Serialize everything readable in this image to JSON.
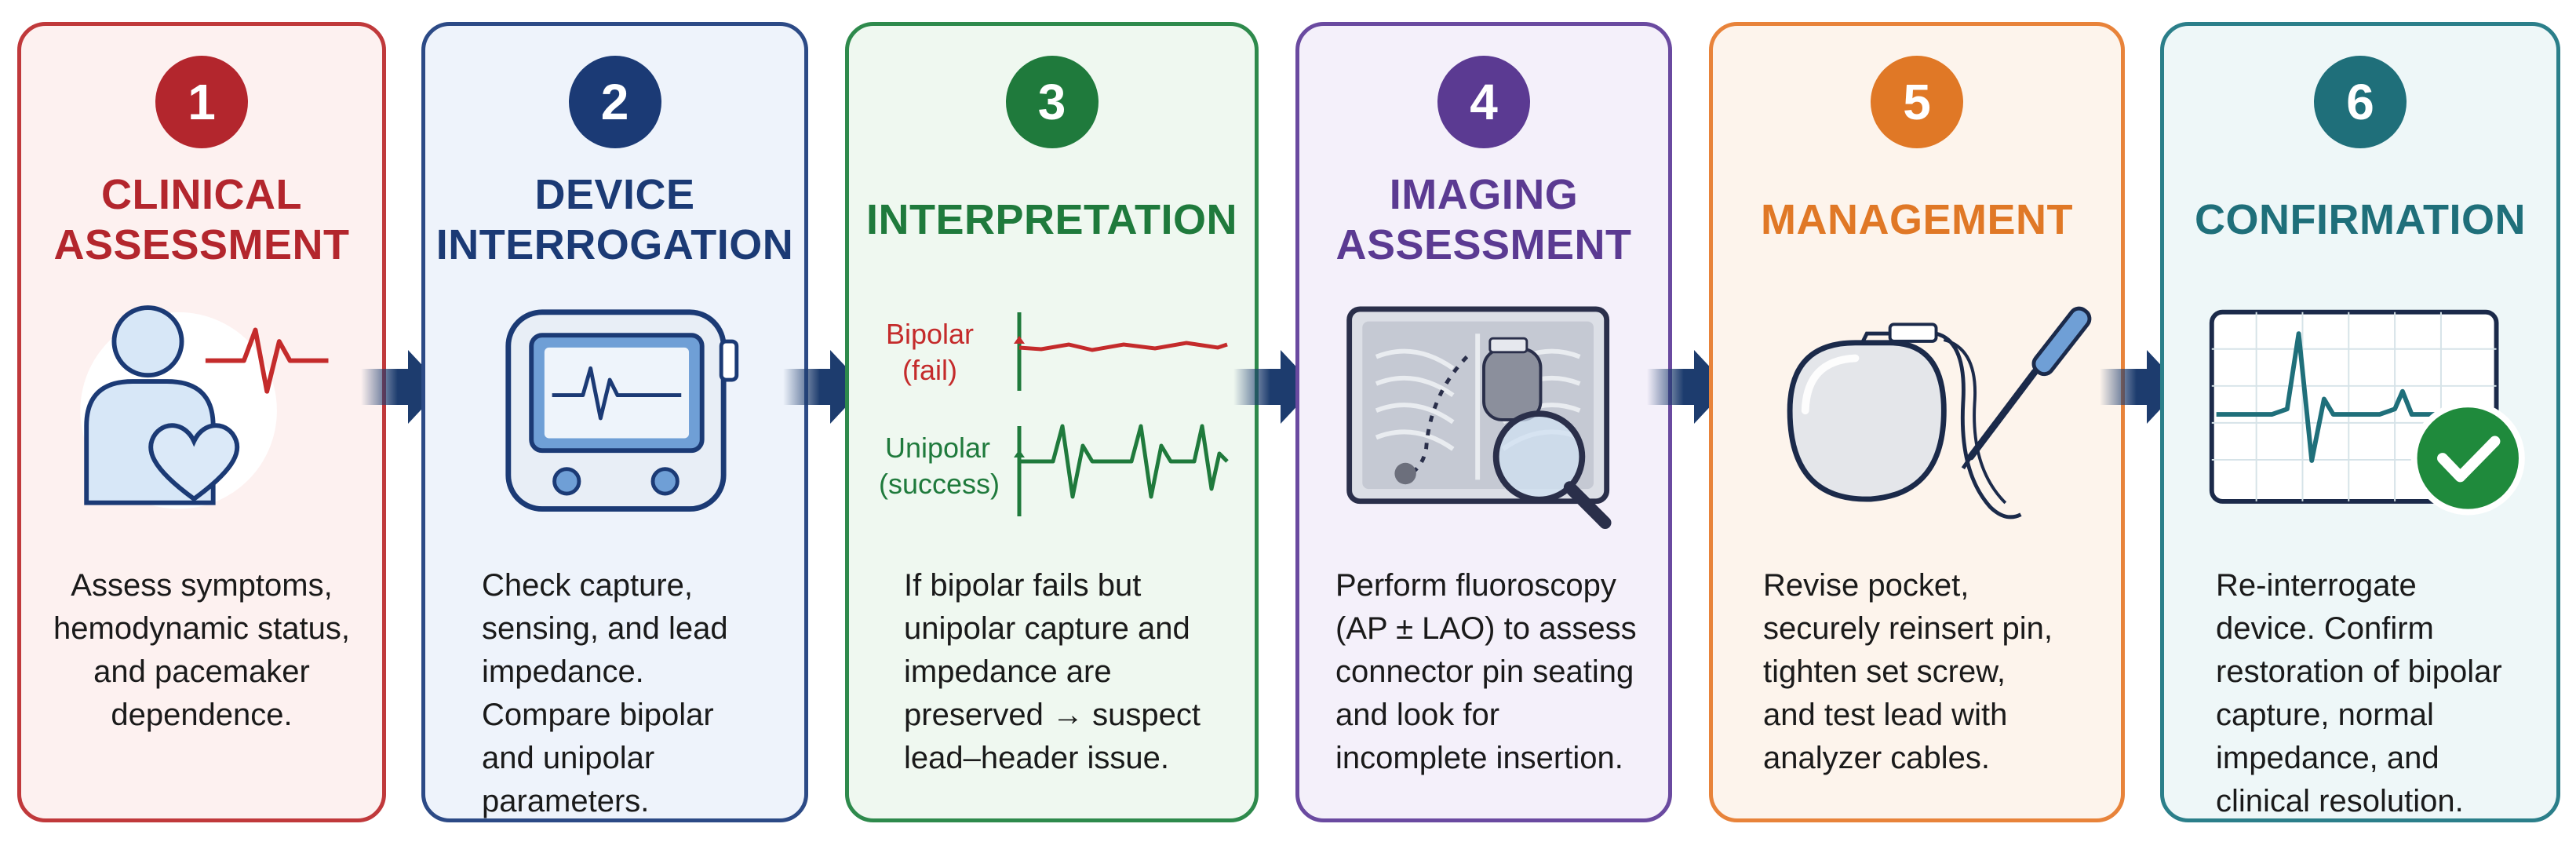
{
  "colors": {
    "arrow": "#1d3c6e",
    "step1": "#b3262d",
    "step2": "#1b3a75",
    "step3": "#1f7a3c",
    "step4": "#5b3a92",
    "step5": "#e07826",
    "step6": "#1f6f7a"
  },
  "steps": [
    {
      "number": "1",
      "title": [
        "CLINICAL",
        "ASSESSMENT"
      ],
      "icon": "patient-heart-icon",
      "description": [
        "Assess symptoms,",
        "hemodynamic status,",
        "and pacemaker",
        "dependence."
      ]
    },
    {
      "number": "2",
      "title": [
        "DEVICE",
        "INTERROGATION"
      ],
      "icon": "programmer-device-icon",
      "description": [
        "Check capture,",
        "sensing, and lead",
        "impedance.",
        "Compare bipolar",
        "and unipolar",
        "parameters."
      ]
    },
    {
      "number": "3",
      "title": [
        "INTERPRETATION"
      ],
      "icon": "ecg-comparison-icon",
      "tracing_labels": {
        "bipolar": "Bipolar",
        "bipolar_result": "(fail)",
        "unipolar": "Unipolar",
        "unipolar_result": "(success)"
      },
      "description": [
        "If bipolar fails but",
        "unipolar capture and",
        "impedance are",
        "preserved → suspect",
        "lead–header issue."
      ]
    },
    {
      "number": "4",
      "title": [
        "IMAGING",
        "ASSESSMENT"
      ],
      "icon": "fluoroscopy-magnifier-icon",
      "description": [
        "Perform fluoroscopy",
        "(AP ± LAO) to assess",
        "connector pin seating",
        "and look for",
        "incomplete insertion."
      ]
    },
    {
      "number": "5",
      "title": [
        "MANAGEMENT"
      ],
      "icon": "pacemaker-screwdriver-icon",
      "description": [
        "Revise pocket,",
        "securely reinsert pin,",
        "tighten set screw,",
        "and test lead with",
        "analyzer cables."
      ]
    },
    {
      "number": "6",
      "title": [
        "CONFIRMATION"
      ],
      "icon": "ecg-checkmark-icon",
      "description": [
        "Re-interrogate",
        "device. Confirm",
        "restoration of bipolar",
        "capture, normal",
        "impedance, and",
        "clinical resolution."
      ]
    }
  ]
}
